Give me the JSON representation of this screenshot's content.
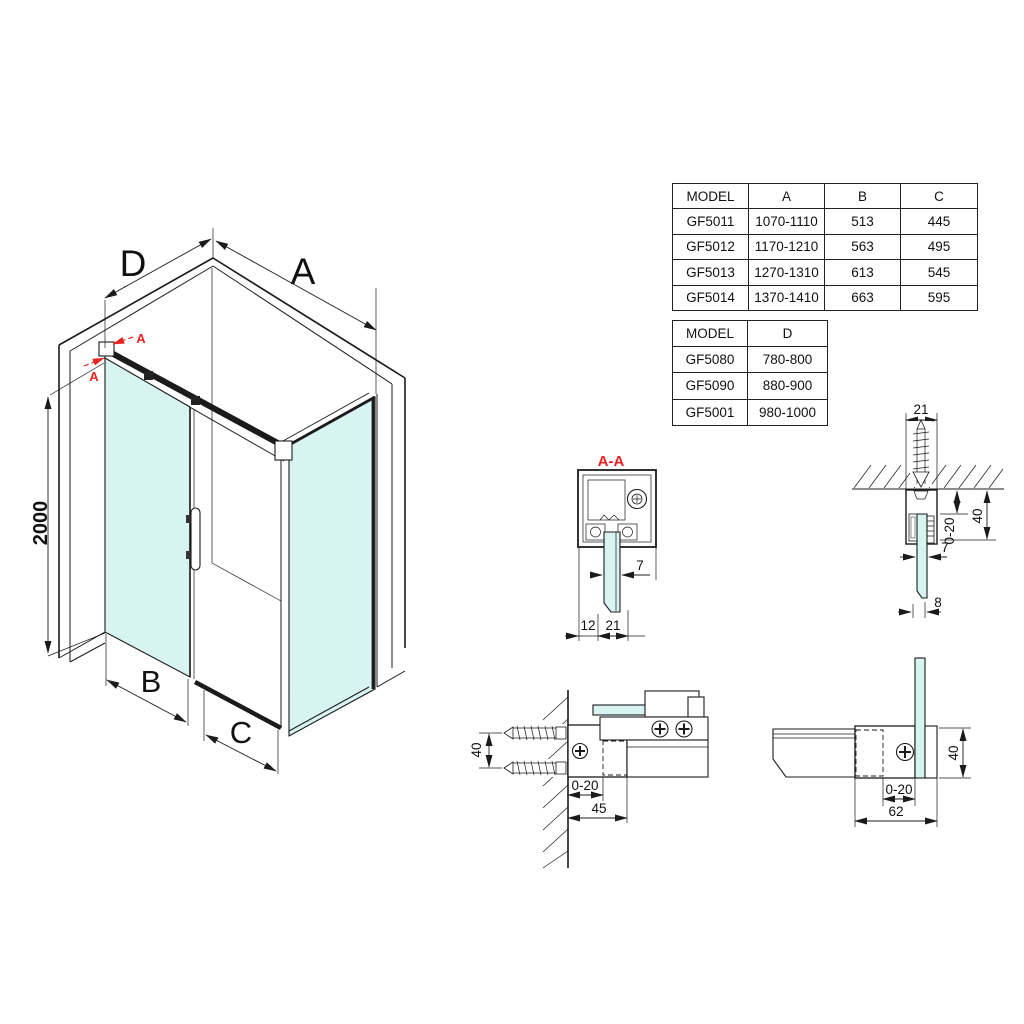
{
  "colors": {
    "glass": "#d7f4f0",
    "red": "#e8231f",
    "line": "#1b1b1b"
  },
  "iso": {
    "dim_d": "D",
    "dim_a": "A",
    "dim_b": "B",
    "dim_c": "C",
    "dim_height": "2000",
    "section_a_upper": "A",
    "section_a_lower": "A"
  },
  "section_aa": {
    "title": "A-A",
    "dim_glass": "7",
    "dim_offset": "12",
    "dim_width": "21"
  },
  "ceiling_detail": {
    "dim_width": "21",
    "dim_adjust": "0-20",
    "dim_height": "40",
    "dim_glass": "7",
    "dim_edge": "8"
  },
  "wall_detail": {
    "dim_spacing": "40",
    "dim_adjust": "0-20",
    "dim_depth": "45"
  },
  "floor_detail": {
    "dim_adjust": "0-20",
    "dim_width": "62",
    "dim_height": "40"
  },
  "size_table": {
    "headers": [
      "MODEL",
      "A",
      "B",
      "C"
    ],
    "rows": [
      [
        "GF5011",
        "1070-1110",
        "513",
        "445"
      ],
      [
        "GF5012",
        "1170-1210",
        "563",
        "495"
      ],
      [
        "GF5013",
        "1270-1310",
        "613",
        "545"
      ],
      [
        "GF5014",
        "1370-1410",
        "663",
        "595"
      ]
    ]
  },
  "depth_table": {
    "headers": [
      "MODEL",
      "D"
    ],
    "rows": [
      [
        "GF5080",
        "780-800"
      ],
      [
        "GF5090",
        "880-900"
      ],
      [
        "GF5001",
        "980-1000"
      ]
    ]
  }
}
